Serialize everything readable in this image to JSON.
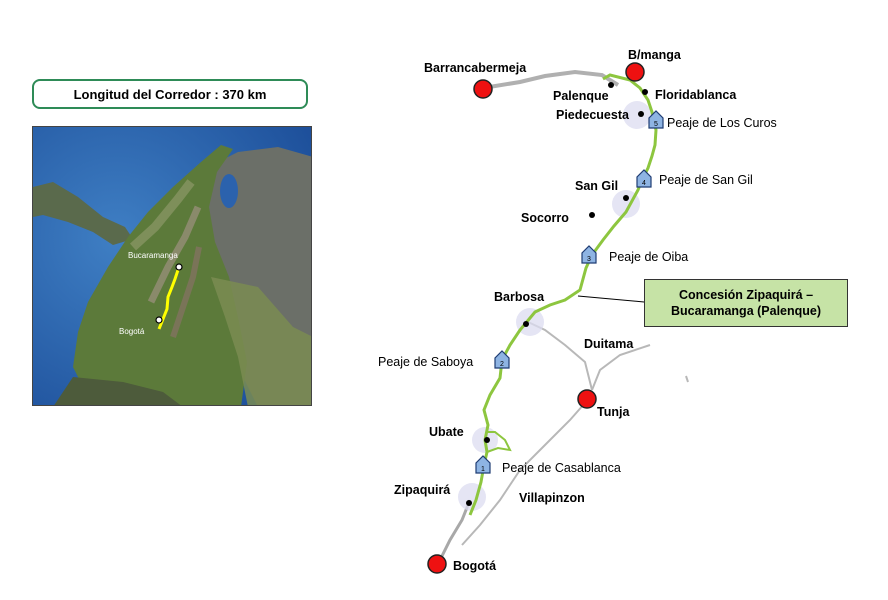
{
  "header": {
    "length_label": "Longitud del Corredor : 370 km"
  },
  "inset_map": {
    "cities": {
      "bucaramanga": "Bucaramanga",
      "bogota": "Bogotá"
    },
    "route_color": "#ffff00"
  },
  "route_map": {
    "major_cities": {
      "barrancabermeja": "Barrancabermeja",
      "bmanga": "B/manga",
      "tunja": "Tunja",
      "bogota": "Bogotá"
    },
    "towns": {
      "palenque": "Palenque",
      "floridablanca": "Floridablanca",
      "piedecuesta": "Piedecuesta",
      "san_gil": "San Gil",
      "socorro": "Socorro",
      "barbosa": "Barbosa",
      "duitama": "Duitama",
      "ubate": "Ubate",
      "zipaquira": "Zipaquirá",
      "villapinzon": "Villapinzon"
    },
    "tolls": [
      {
        "number": "1",
        "name": "Peaje de Casablanca"
      },
      {
        "number": "2",
        "name": "Peaje de Saboya"
      },
      {
        "number": "3",
        "name": "Peaje de Oiba"
      },
      {
        "number": "4",
        "name": "Peaje de San Gil"
      },
      {
        "number": "5",
        "name": "Peaje de Los Curos"
      }
    ],
    "colors": {
      "corridor": "#8dc63f",
      "major_city": "#ee1111",
      "road": "#b0b0b0",
      "toll": "#8eb4e3"
    }
  },
  "concession": {
    "line1": "Concesión Zipaquirá –",
    "line2": "Bucaramanga (Palenque)"
  }
}
